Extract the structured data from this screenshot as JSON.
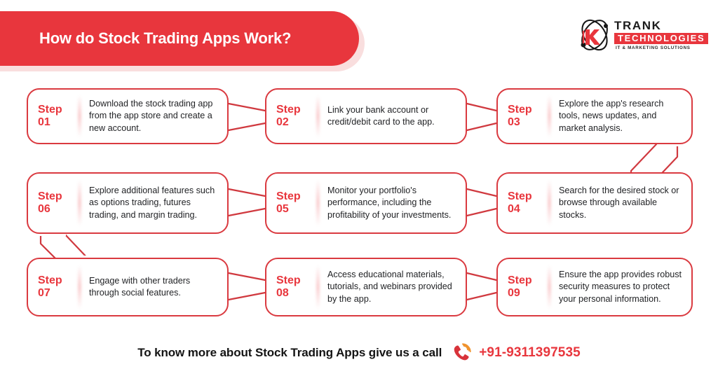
{
  "header": {
    "title": "How do Stock Trading Apps Work?",
    "banner_color": "#e8363d"
  },
  "logo": {
    "mark_name": "trank-atom-logo-icon",
    "name": "TRANK",
    "sub": "TECHNOLOGIES",
    "tagline": "IT & MARKETING SOLUTIONS",
    "accent_color": "#e8363d"
  },
  "steps": [
    {
      "step_word": "Step",
      "number": "01",
      "text": "Download the stock trading app from the app store and create a new account."
    },
    {
      "step_word": "Step",
      "number": "02",
      "text": "Link your bank account or credit/debit card to the app."
    },
    {
      "step_word": "Step",
      "number": "03",
      "text": "Explore the app's research tools, news updates, and market analysis."
    },
    {
      "step_word": "Step",
      "number": "04",
      "text": "Search for the desired stock or browse through available stocks."
    },
    {
      "step_word": "Step",
      "number": "05",
      "text": "Monitor your portfolio's performance, including the profitability of your investments."
    },
    {
      "step_word": "Step",
      "number": "06",
      "text": "Explore additional features such as options trading, futures trading, and margin trading."
    },
    {
      "step_word": "Step",
      "number": "07",
      "text": "Engage with other traders through social features."
    },
    {
      "step_word": "Step",
      "number": "08",
      "text": "Access educational materials, tutorials, and webinars provided by the app."
    },
    {
      "step_word": "Step",
      "number": "09",
      "text": "Ensure the app provides robust security measures to protect your personal information."
    }
  ],
  "footer": {
    "text": "To know more about Stock Trading Apps give us a call",
    "phone_icon_name": "ringing-phone-icon",
    "phone": "+91-9311397535",
    "phone_color": "#e8363d"
  },
  "theme": {
    "card_border": "#da3a40",
    "connector_color": "#d0393f",
    "text_color": "#1f2023",
    "background": "#ffffff"
  }
}
